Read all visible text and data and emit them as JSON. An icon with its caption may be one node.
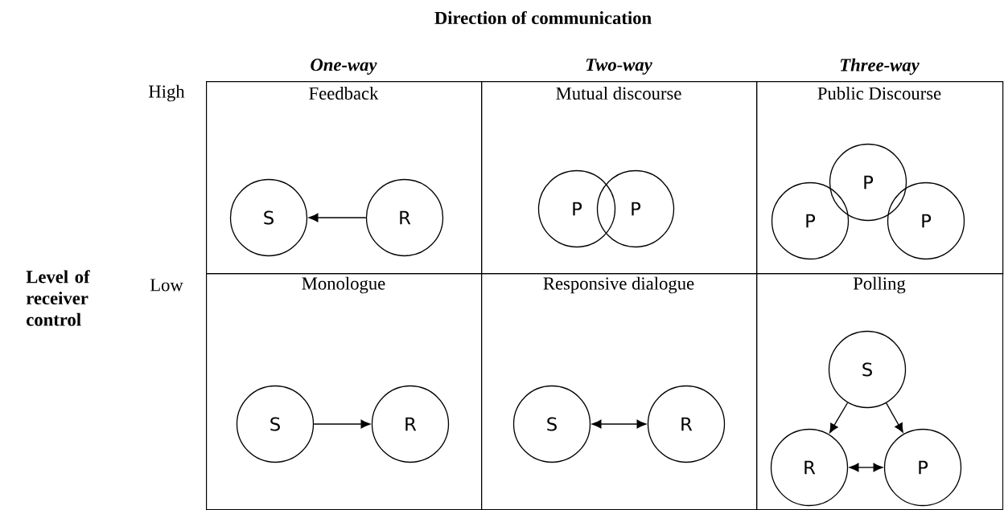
{
  "diagram": {
    "nodes": [
      {
        "text": [
          "Feedback"
        ]
      },
      {
        "text": [
          "S"
        ],
        "in": 0
      },
      {
        "text": [
          "R"
        ],
        "in": 0
      },
      {
        "text": [
          "Mutual discourse"
        ]
      },
      {
        "text": [
          "P"
        ],
        "in": 3
      },
      {
        "text": [
          "P"
        ],
        "in": 3
      },
      {
        "text": [
          "Public Discourse"
        ]
      },
      {
        "text": [
          "P"
        ],
        "in": 6
      },
      {
        "text": [
          "P"
        ],
        "in": 6
      },
      {
        "text": [
          "P"
        ],
        "in": 6
      },
      {
        "text": [
          "Monologue"
        ]
      },
      {
        "text": [
          "S"
        ],
        "in": 10
      },
      {
        "text": [
          "R"
        ],
        "in": 10
      },
      {
        "text": [
          "Responsive dialogue"
        ]
      },
      {
        "text": [
          "S"
        ],
        "in": 13
      },
      {
        "text": [
          "R"
        ],
        "in": 13
      },
      {
        "text": [
          "Polling"
        ]
      },
      {
        "text": [
          "S"
        ],
        "in": 16
      },
      {
        "text": [
          "R"
        ],
        "in": 16
      },
      {
        "text": [
          "P"
        ],
        "in": 16
      }
    ],
    "edges": [
      {
        "from": 2,
        "to": 1,
        "arrow": "to"
      },
      {
        "from": 11,
        "to": 12,
        "arrow": "to"
      },
      {
        "from": 14,
        "to": 15,
        "arrow": "both"
      },
      {
        "from": 17,
        "to": 18,
        "arrow": "to"
      },
      {
        "from": 17,
        "to": 19,
        "arrow": "to"
      },
      {
        "from": 18,
        "to": 19,
        "arrow": "both"
      }
    ],
    "labels": [
      "Direction of communication",
      "One-way",
      "Two-way",
      "Three-way",
      "High",
      "Level of receiver control",
      "Low"
    ]
  }
}
